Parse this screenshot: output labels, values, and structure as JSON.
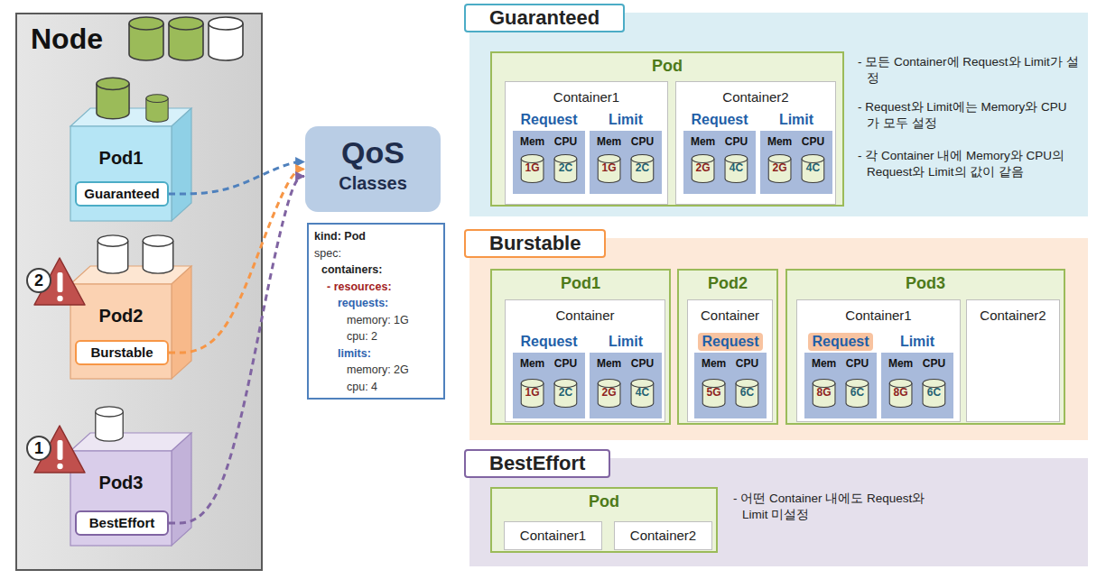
{
  "diagram": {
    "nodes": [
      {
        "text": [
          "Node"
        ]
      },
      {
        "text": [
          "Pod1"
        ],
        "in": 0
      },
      {
        "text": [
          "Guaranteed"
        ],
        "in": 1
      },
      {
        "text": [
          "Pod2"
        ],
        "in": 0
      },
      {
        "text": [
          "Burstable"
        ],
        "in": 3
      },
      {
        "text": [
          "Pod3"
        ],
        "in": 0
      },
      {
        "text": [
          "BestEffort"
        ],
        "in": 5
      },
      {
        "text": [
          "QoS",
          "Classes"
        ]
      },
      {
        "text": [
          "kind: Pod",
          "spec:",
          "containers:",
          "- resources:",
          "requests:",
          "memory: 1G",
          "cpu: 2",
          "limits:",
          "memory: 2G",
          "cpu: 4"
        ]
      },
      {
        "text": [
          "Guaranteed",
          "- 모든 Container에 Request와 Limit가 설정",
          "- Request와 Limit에는 Memory와 CPU가 모두 설정",
          "- 각 Container 내에 Memory와 CPU의 Request와 Limit의 값이 같음"
        ]
      },
      {
        "text": [
          "Pod"
        ],
        "in": 9
      },
      {
        "text": [
          "Container1"
        ],
        "in": 10
      },
      {
        "text": [
          "Request",
          "Mem",
          "CPU",
          "1G",
          "2C"
        ],
        "in": 11
      },
      {
        "text": [
          "Limit",
          "Mem",
          "CPU",
          "1G",
          "2C"
        ],
        "in": 11
      },
      {
        "text": [
          "Container2"
        ],
        "in": 10
      },
      {
        "text": [
          "Request",
          "Mem",
          "CPU",
          "2G",
          "4C"
        ],
        "in": 14
      },
      {
        "text": [
          "Limit",
          "Mem",
          "CPU",
          "2G",
          "4C"
        ],
        "in": 14
      },
      {
        "text": [
          "Burstable"
        ]
      },
      {
        "text": [
          "Pod1"
        ],
        "in": 17
      },
      {
        "text": [
          "Container"
        ],
        "in": 18
      },
      {
        "text": [
          "Request",
          "Mem",
          "CPU",
          "1G",
          "2C"
        ],
        "in": 19
      },
      {
        "text": [
          "Limit",
          "Mem",
          "CPU",
          "2G",
          "4C"
        ],
        "in": 19
      },
      {
        "text": [
          "Pod2"
        ],
        "in": 17
      },
      {
        "text": [
          "Container"
        ],
        "in": 22
      },
      {
        "text": [
          "Request",
          "Mem",
          "CPU",
          "5G",
          "6C"
        ],
        "in": 23
      },
      {
        "text": [
          "Pod3"
        ],
        "in": 17
      },
      {
        "text": [
          "Container1"
        ],
        "in": 25
      },
      {
        "text": [
          "Request",
          "Mem",
          "CPU",
          "8G",
          "6C"
        ],
        "in": 26
      },
      {
        "text": [
          "Limit",
          "Mem",
          "CPU",
          "8G",
          "6C"
        ],
        "in": 26
      },
      {
        "text": [
          "Container2"
        ],
        "in": 25
      },
      {
        "text": [
          "BestEffort",
          "- 어떤 Container 내에도 Request와 Limit 미설정"
        ]
      },
      {
        "text": [
          "Pod"
        ],
        "in": 30
      },
      {
        "text": [
          "Container1"
        ],
        "in": 31
      },
      {
        "text": [
          "Container2"
        ],
        "in": 31
      }
    ],
    "edges": [
      {
        "from": 2,
        "to": 7,
        "arrow": "to"
      },
      {
        "from": 4,
        "to": 7,
        "arrow": "to"
      },
      {
        "from": 6,
        "to": 7,
        "arrow": "to"
      }
    ],
    "labels": [
      "2",
      "1"
    ]
  }
}
